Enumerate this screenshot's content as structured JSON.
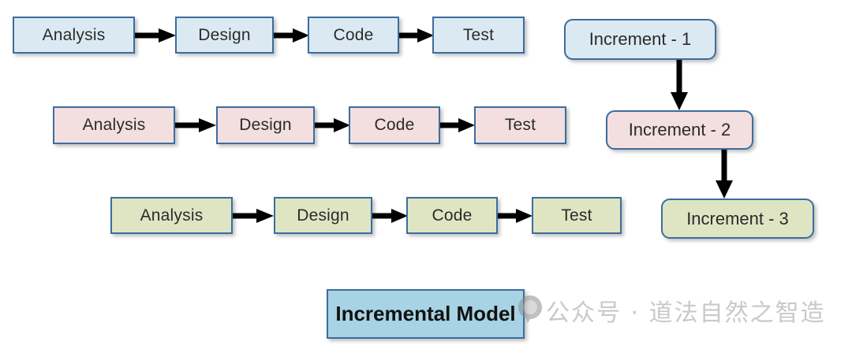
{
  "diagram": {
    "title": "Incremental Model",
    "phase_labels": [
      "Analysis",
      "Design",
      "Code",
      "Test"
    ],
    "rows": [
      {
        "name": "increment-1-row",
        "color_name": "blue",
        "fill": "#dbeaf2",
        "border": "#3c6d9e",
        "phases": [
          "Analysis",
          "Design",
          "Code",
          "Test"
        ]
      },
      {
        "name": "increment-2-row",
        "color_name": "pink",
        "fill": "#f3dfe0",
        "border": "#3c6d9e",
        "phases": [
          "Analysis",
          "Design",
          "Code",
          "Test"
        ]
      },
      {
        "name": "increment-3-row",
        "color_name": "green",
        "fill": "#dfe5c3",
        "border": "#3c6d9e",
        "phases": [
          "Analysis",
          "Design",
          "Code",
          "Test"
        ]
      }
    ],
    "increments": [
      {
        "label": "Increment - 1",
        "color_name": "blue",
        "fill": "#dbeaf2"
      },
      {
        "label": "Increment - 2",
        "color_name": "pink",
        "fill": "#f3dfe0"
      },
      {
        "label": "Increment - 3",
        "color_name": "green",
        "fill": "#dfe5c3"
      }
    ],
    "banner": {
      "label": "Incremental Model",
      "fill": "#a7d3e4",
      "border": "#3c6d9e"
    },
    "arrow_color": "#000000"
  },
  "watermark": {
    "text": "公众号 · 道法自然之智造",
    "color": "#c9c9c9",
    "logo_icon": "speech-bubble-icon"
  }
}
